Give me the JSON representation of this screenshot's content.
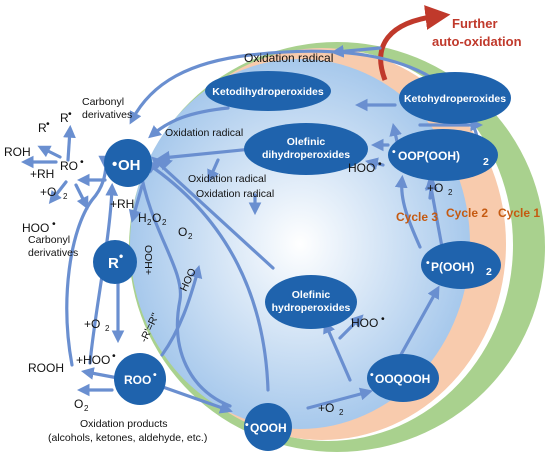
{
  "colors": {
    "outer_ring": "#a9d18e",
    "middle_ring": "#f8cbad",
    "inner_circle": "#bdd7ee",
    "node": "#1f63ad",
    "arrow": "#6a8fd0",
    "cycle_label": "#c55a11",
    "auto_oxidation": "#c0392b"
  },
  "labels": {
    "further": "Further",
    "auto_oxidation": "auto-oxidation",
    "oxidation_radical_top": "Oxidation radical",
    "oxidation_radical_mid": "Oxidation radical",
    "oxidation_radical_low1": "Oxidation radical",
    "oxidation_radical_low2": "Oxidation radical",
    "carbonyl_top_1": "Carbonyl",
    "carbonyl_top_2": "derivatives",
    "carbonyl_bot_1": "Carbonyl",
    "carbonyl_bot_2": "derivatives",
    "r_dot": "R",
    "r_dot2": "R",
    "roh": "ROH",
    "ro_dot": "RO",
    "plus_rh_left": "+RH",
    "plus_o2_left": "+O",
    "hoo_left": "HOO",
    "plus_rh_mid": "+RH",
    "h2o2": "H",
    "o2_mid": "O",
    "plus_hoo_rot": "+HOO",
    "hoo_rot": "HOO",
    "r_double": "-R'=R''",
    "plus_o2_lower": "+O",
    "rooh": "ROOH",
    "plus_hoo_bottom": "+HOO",
    "o2_bottom": "O",
    "ox_products_1": "Oxidation products",
    "ox_products_2": "(alcohols, ketones, aldehyde, etc.)",
    "hoo_center": "HOO",
    "hoo_right": "HOO",
    "plus_o2_right": "+O",
    "plus_o2_bottom": "+O",
    "cycle3": "Cycle 3",
    "cycle2": "Cycle 2",
    "cycle1": "Cycle 1"
  },
  "nodes": {
    "oh": "OH",
    "r": "R",
    "roo": "ROO",
    "qooh": "QOOH",
    "ooqooh": "OOQOOH",
    "p_ooh2": "P(OOH)",
    "oop_ooh2": "OOP(OOH)",
    "ketohydroperoxides": "Ketohydroperoxides",
    "ketodihydroperoxides": "Ketodihydroperoxides",
    "olefinic_dihydro_1": "Olefinic",
    "olefinic_dihydro_2": "dihydroperoxides",
    "olefinic_hydro_1": "Olefinic",
    "olefinic_hydro_2": "hydroperoxides"
  }
}
